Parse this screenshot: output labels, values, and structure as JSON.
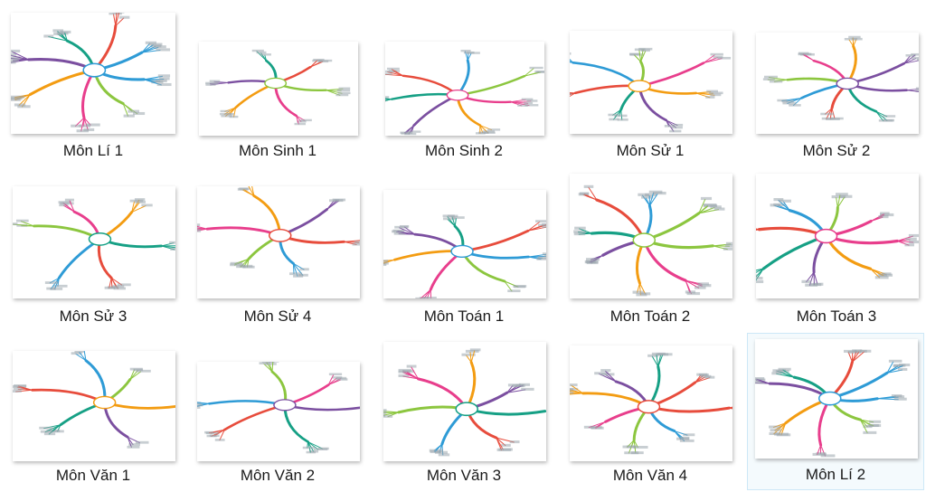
{
  "gallery": {
    "items": [
      {
        "label": "Môn Lí 1"
      },
      {
        "label": "Môn Sinh 1"
      },
      {
        "label": "Môn Sinh 2"
      },
      {
        "label": "Môn Sử 1"
      },
      {
        "label": "Môn Sử 2"
      },
      {
        "label": "Môn Sử 3"
      },
      {
        "label": "Môn Sử 4"
      },
      {
        "label": "Môn Toán 1"
      },
      {
        "label": "Môn Toán 2"
      },
      {
        "label": "Môn Toán 3"
      },
      {
        "label": "Môn Văn 1"
      },
      {
        "label": "Môn Văn 2"
      },
      {
        "label": "Môn Văn 3"
      },
      {
        "label": "Môn Văn 4"
      },
      {
        "label": "Môn Lí 2"
      }
    ],
    "selected_label": "Môn Lí 2"
  },
  "colors": {
    "selection_border": "#cde8f7",
    "selection_fill": "#f4fafd",
    "branch_palette": [
      "#2e9bd6",
      "#8cc63f",
      "#e83e8c",
      "#f39c12",
      "#7b4fa0",
      "#16a085",
      "#e74c3c"
    ]
  }
}
